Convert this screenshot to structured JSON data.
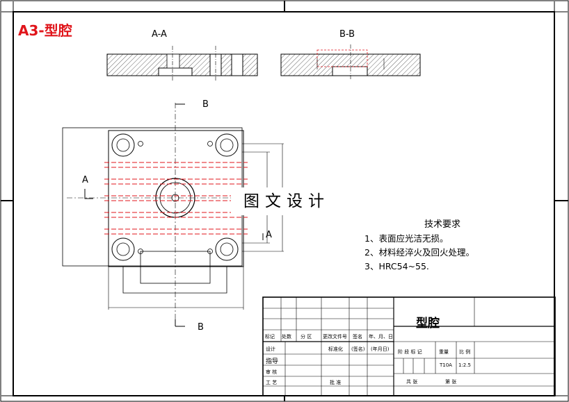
{
  "sheet": {
    "title": "A3-型腔"
  },
  "views": {
    "section_aa_label": "A-A",
    "section_bb_label": "B-B",
    "cut_b_top": "B",
    "cut_b_bottom": "B",
    "cut_a_left": "A",
    "cut_a_right": "A"
  },
  "watermark": "图文设计",
  "tech_requirements": {
    "heading": "技术要求",
    "items": [
      "1、表面应光洁无损。",
      "2、材料经淬火及回火处理。",
      "3、HRC54~55."
    ]
  },
  "title_block": {
    "part_name": "型腔",
    "material": "T10A",
    "scale": "1:2.5",
    "row_labels": [
      "标记",
      "处数",
      "分 区",
      "更改文件号",
      "签名",
      "年、月、日"
    ],
    "design": "设计",
    "standardization": "标准化",
    "signature": "(签名)",
    "date": "(年月日)",
    "stage_mark": "阶 段 标 记",
    "weight": "重量",
    "ratio": "比 例",
    "checker": "指导",
    "review": "审 核",
    "process": "工 艺",
    "approve": "批 准",
    "sheets_total": "共 张",
    "sheet_no": "第 张"
  },
  "colors": {
    "accent_red": "#e0151b",
    "line": "#000000"
  }
}
